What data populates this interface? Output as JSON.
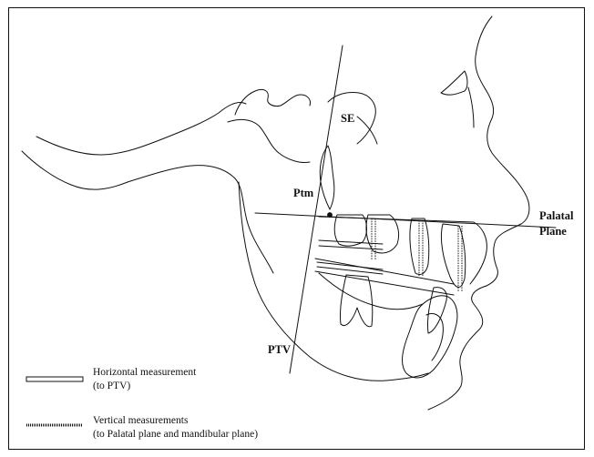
{
  "labels": {
    "se": "SE",
    "ptm": "Ptm",
    "ptv": "PTV",
    "palatal_line1": "Palatal",
    "palatal_line2": "Plane"
  },
  "legend": {
    "horizontal_line1": "Horizontal measurement",
    "horizontal_line2": "(to PTV)",
    "vertical_line1": "Vertical measurements",
    "vertical_line2": "(to Palatal plane and mandibular plane)"
  },
  "colors": {
    "stroke": "#111111",
    "background": "#ffffff"
  }
}
